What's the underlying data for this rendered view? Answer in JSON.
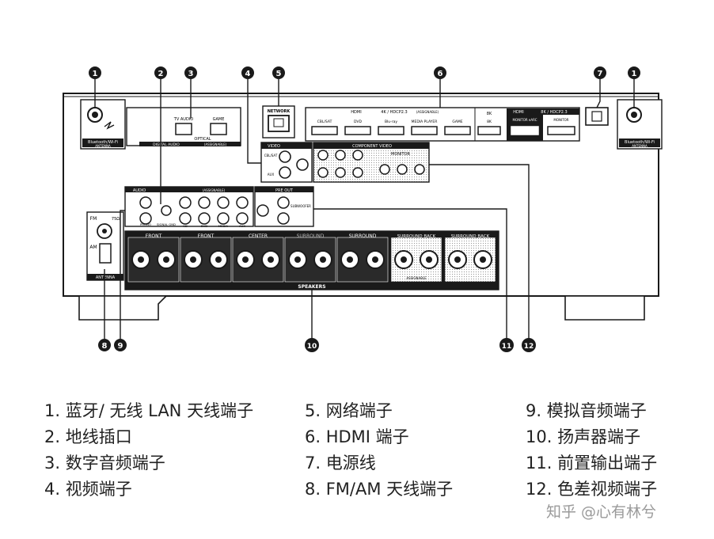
{
  "callouts": [
    "1",
    "2",
    "3",
    "4",
    "5",
    "6",
    "7",
    "1",
    "8",
    "9",
    "10",
    "11",
    "12"
  ],
  "panel_labels": {
    "bt_antenna_left": "Bluetooth/Wi-Fi",
    "bt_antenna_left_sub": "ANTENNA",
    "bt_antenna_right": "Bluetooth/Wi-Fi",
    "bt_antenna_right_sub": "ANTENNA",
    "digital_audio": "DIGITAL AUDIO",
    "digital_audio_sub": "(ASSIGNABLE)",
    "optical": "OPTICAL",
    "tv_audio": "TV AUDIO",
    "game": "GAME",
    "network": "NETWORK",
    "hdmi": "HDMI",
    "hdmi_spec": "4K / HDCP2.3",
    "hdmi_assignable": "(ASSIGNABLE)",
    "hdmi_inputs": [
      "CBL/SAT",
      "DVD",
      "Blu-ray",
      "MEDIA PLAYER",
      "GAME"
    ],
    "hdmi_8k": "8K",
    "hdmi_8k_inputs": [
      "8K"
    ],
    "hdmi_out": "HDMI",
    "hdmi_out_spec": "8K / HDCP2.3",
    "monitor_arc": "MONITOR eARC",
    "monitor_2": "MONITOR",
    "video": "VIDEO",
    "cbl_sat": "CBL/SAT",
    "aux": "AUX",
    "component_video": "COMPONENT VIDEO",
    "monitor": "MONITOR",
    "audio": "AUDIO",
    "audio_assignable": "(ASSIGNABLE)",
    "phono": "PHONO",
    "signal_gnd": "SIGNAL GND",
    "audio_inputs": [
      "CD",
      "DVD",
      "MEDIA",
      "AUX"
    ],
    "pre_out": "PRE OUT",
    "subwoofer": "SUBWOOFER",
    "fm": "FM",
    "am": "AM",
    "fm_ohm": "75Ω",
    "antenna": "ANTENNA",
    "speakers": "SPEAKERS",
    "speaker_channels": [
      "FRONT",
      "FRONT",
      "CENTER",
      "SURROUND",
      "SURROUND",
      "SURROUND BACK",
      "SURROUND BACK"
    ],
    "assignable": "ASSIGNABLE"
  },
  "legend": [
    "1. 蓝牙/ 无线 LAN 天线端子",
    "2. 地线插口",
    "3. 数字音频端子",
    "4. 视频端子",
    "5. 网络端子",
    "6. HDMI  端子",
    "7. 电源线",
    "8. FM/AM  天线端子",
    "9. 模拟音频端子",
    "10. 扬声器端子",
    "11. 前置输出端子",
    "12. 色差视频端子"
  ],
  "watermark": "知乎 @心有林兮",
  "colors": {
    "ink": "#1a1a1a",
    "panel": "#ffffff",
    "shade": "#d9d9d9",
    "dark": "#2a2a2a"
  }
}
